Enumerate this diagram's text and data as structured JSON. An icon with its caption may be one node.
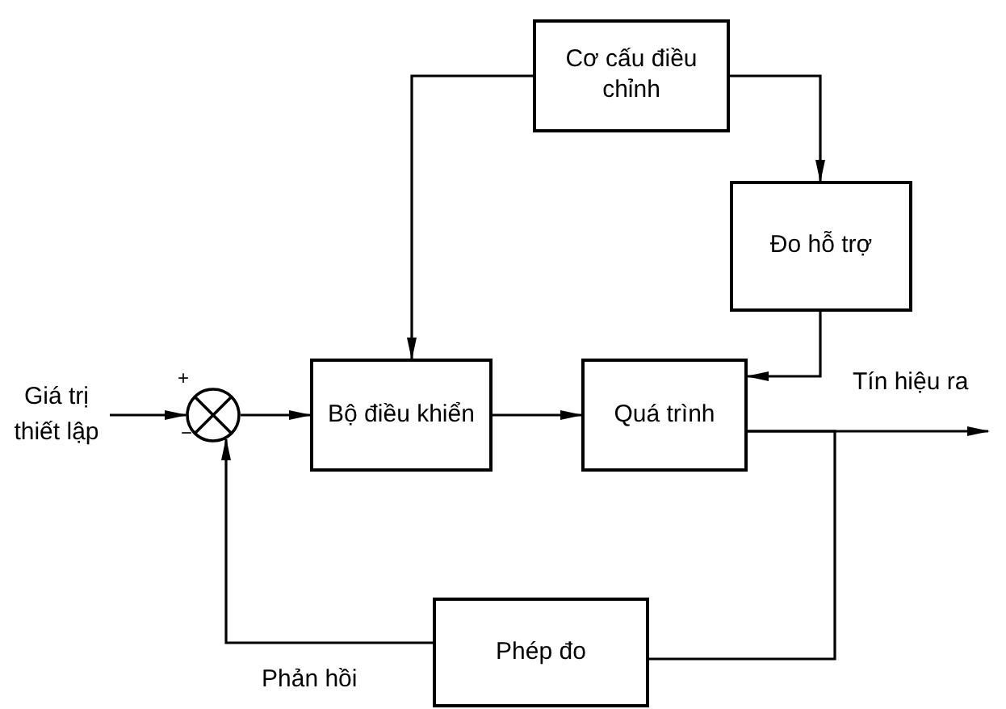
{
  "diagram": {
    "nodes": [
      {
        "text": [
          "Cơ cấu điều chỉnh"
        ]
      },
      {
        "text": [
          "Đo hỗ trợ"
        ]
      },
      {
        "text": [
          "Giá trị thiết lập"
        ]
      },
      {
        "text": [],
        "shape": "circle"
      },
      {
        "text": [
          "Bộ điều khiển"
        ]
      },
      {
        "text": [
          "Quá trình"
        ]
      },
      {
        "text": [
          "Phép đo"
        ]
      }
    ],
    "edges": [
      {
        "from": 2,
        "to": 3,
        "arrow": "to"
      },
      {
        "from": 3,
        "to": 4,
        "arrow": "to"
      },
      {
        "from": 0,
        "to": 4,
        "arrow": "to"
      },
      {
        "from": 0,
        "to": 1,
        "arrow": "to"
      },
      {
        "from": 4,
        "to": 5,
        "arrow": "to"
      },
      {
        "from": 1,
        "to": 5,
        "arrow": "to"
      },
      {
        "from": 5,
        "to": null,
        "arrow": "to",
        "label": "Tín hiệu ra"
      },
      {
        "from": 5,
        "to": 6,
        "arrow": "none"
      },
      {
        "from": 6,
        "to": 3,
        "arrow": "to",
        "label": "Phản hồi"
      }
    ],
    "labels": [
      "+",
      "−"
    ]
  }
}
